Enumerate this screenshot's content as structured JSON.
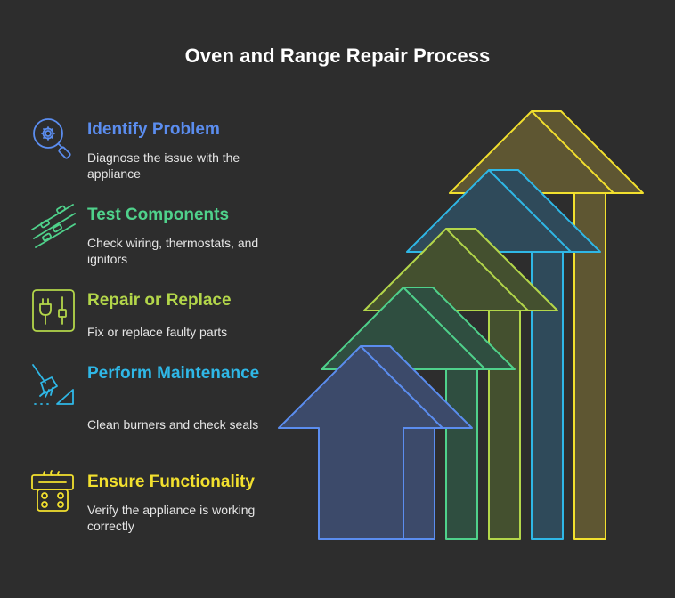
{
  "title": "Oven and Range Repair Process",
  "colors": {
    "background": "#2d2d2d",
    "blue": "#5b8def",
    "cyan": "#2fb7e6",
    "green": "#4fd18b",
    "lime": "#b3d64a",
    "yellow": "#f2e02e"
  },
  "steps": [
    {
      "heading": "Identify Problem",
      "description": "Diagnose the issue with the appliance",
      "icon": "magnifier-gear-icon",
      "color": "#5b8def"
    },
    {
      "heading": "Test Components",
      "description": "Check wiring, thermostats, and ignitors",
      "icon": "wiring-icon",
      "color": "#4fd18b"
    },
    {
      "heading": "Repair or Replace",
      "description": "Fix or replace faulty parts",
      "icon": "plug-panel-icon",
      "color": "#b3d64a"
    },
    {
      "heading": "Perform Maintenance",
      "description": "Clean burners and check seals",
      "icon": "broom-icon",
      "color": "#2fb7e6"
    },
    {
      "heading": "Ensure Functionality",
      "description": "Verify the appliance is working correctly",
      "icon": "stove-icon",
      "color": "#f2e02e"
    }
  ]
}
